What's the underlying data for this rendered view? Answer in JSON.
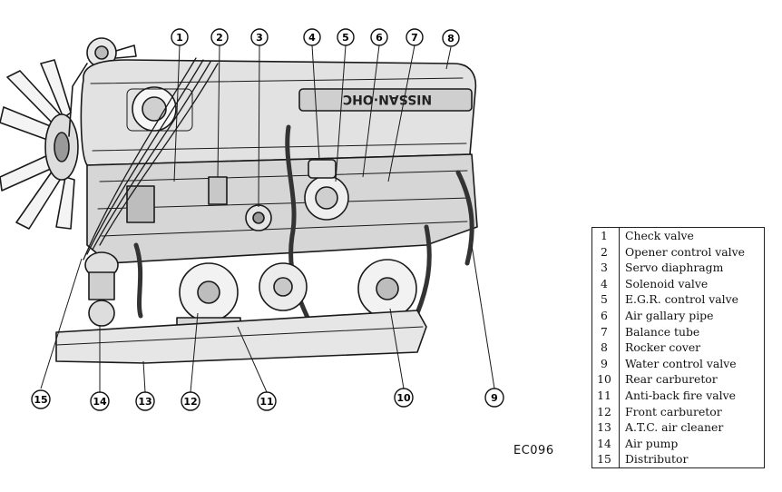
{
  "figure_code": "EC096",
  "engine_text": "NISSAN·OHC",
  "legend": [
    {
      "num": "1",
      "label": "Check valve"
    },
    {
      "num": "2",
      "label": "Opener control valve"
    },
    {
      "num": "3",
      "label": "Servo diaphragm"
    },
    {
      "num": "4",
      "label": "Solenoid valve"
    },
    {
      "num": "5",
      "label": "E.G.R. control valve"
    },
    {
      "num": "6",
      "label": "Air gallary pipe"
    },
    {
      "num": "7",
      "label": "Balance tube"
    },
    {
      "num": "8",
      "label": "Rocker cover"
    },
    {
      "num": "9",
      "label": "Water control valve"
    },
    {
      "num": "10",
      "label": "Rear carburetor"
    },
    {
      "num": "11",
      "label": "Anti-back fire valve"
    },
    {
      "num": "12",
      "label": "Front carburetor"
    },
    {
      "num": "13",
      "label": "A.T.C. air cleaner"
    },
    {
      "num": "14",
      "label": "Air pump"
    },
    {
      "num": "15",
      "label": "Distributor"
    }
  ],
  "callouts": {
    "c1": "1",
    "c2": "2",
    "c3": "3",
    "c4": "4",
    "c5": "5",
    "c6": "6",
    "c7": "7",
    "c8": "8",
    "c9": "9",
    "c10": "10",
    "c11": "11",
    "c12": "12",
    "c13": "13",
    "c14": "14",
    "c15": "15"
  }
}
